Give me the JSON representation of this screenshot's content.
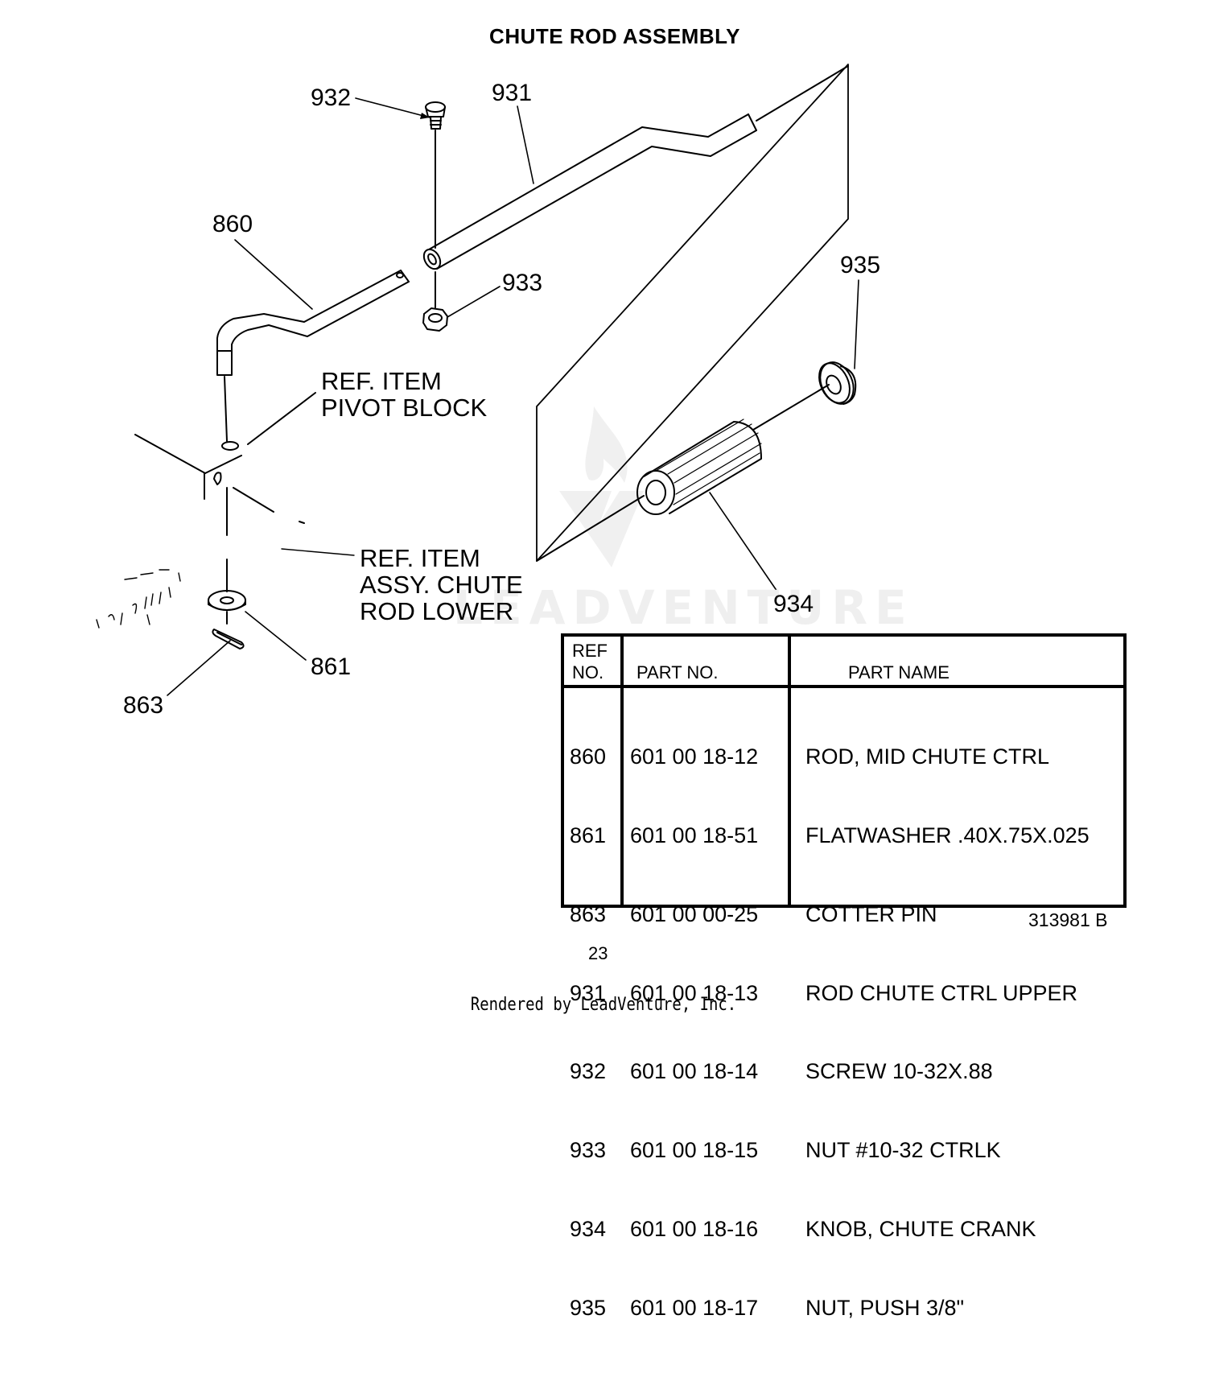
{
  "title": "CHUTE ROD ASSEMBLY",
  "callouts": {
    "c932": "932",
    "c931": "931",
    "c860": "860",
    "c933": "933",
    "c935": "935",
    "c934": "934",
    "c861": "861",
    "c863": "863"
  },
  "reference_items": {
    "pivot_block": [
      "REF. ITEM",
      "PIVOT BLOCK"
    ],
    "lower_rod": [
      "REF. ITEM",
      "ASSY. CHUTE",
      "ROD LOWER"
    ]
  },
  "watermark": "LEADVENTURE",
  "table": {
    "header": {
      "ref_no": [
        "REF",
        "NO."
      ],
      "part_no": "PART NO.",
      "part_name": "PART NAME"
    },
    "rows": [
      {
        "ref": "860",
        "part_no": "601 00 18-12",
        "name": "ROD, MID CHUTE CTRL"
      },
      {
        "ref": "861",
        "part_no": "601 00 18-51",
        "name": "FLATWASHER .40X.75X.025"
      },
      {
        "ref": "863",
        "part_no": "601 00 00-25",
        "name": "COTTER PIN"
      },
      {
        "ref": "931",
        "part_no": "601 00 18-13",
        "name": "ROD CHUTE CTRL UPPER"
      },
      {
        "ref": "932",
        "part_no": "601 00 18-14",
        "name": "SCREW 10-32X.88"
      },
      {
        "ref": "933",
        "part_no": "601 00 18-15",
        "name": "NUT #10-32 CTRLK"
      },
      {
        "ref": "934",
        "part_no": "601 00 18-16",
        "name": "KNOB, CHUTE CRANK"
      },
      {
        "ref": "935",
        "part_no": "601 00 18-17",
        "name": "NUT, PUSH 3/8\""
      }
    ]
  },
  "doc_number": "313981 B",
  "page_number": "23",
  "footer": "Rendered by LeadVenture, Inc."
}
